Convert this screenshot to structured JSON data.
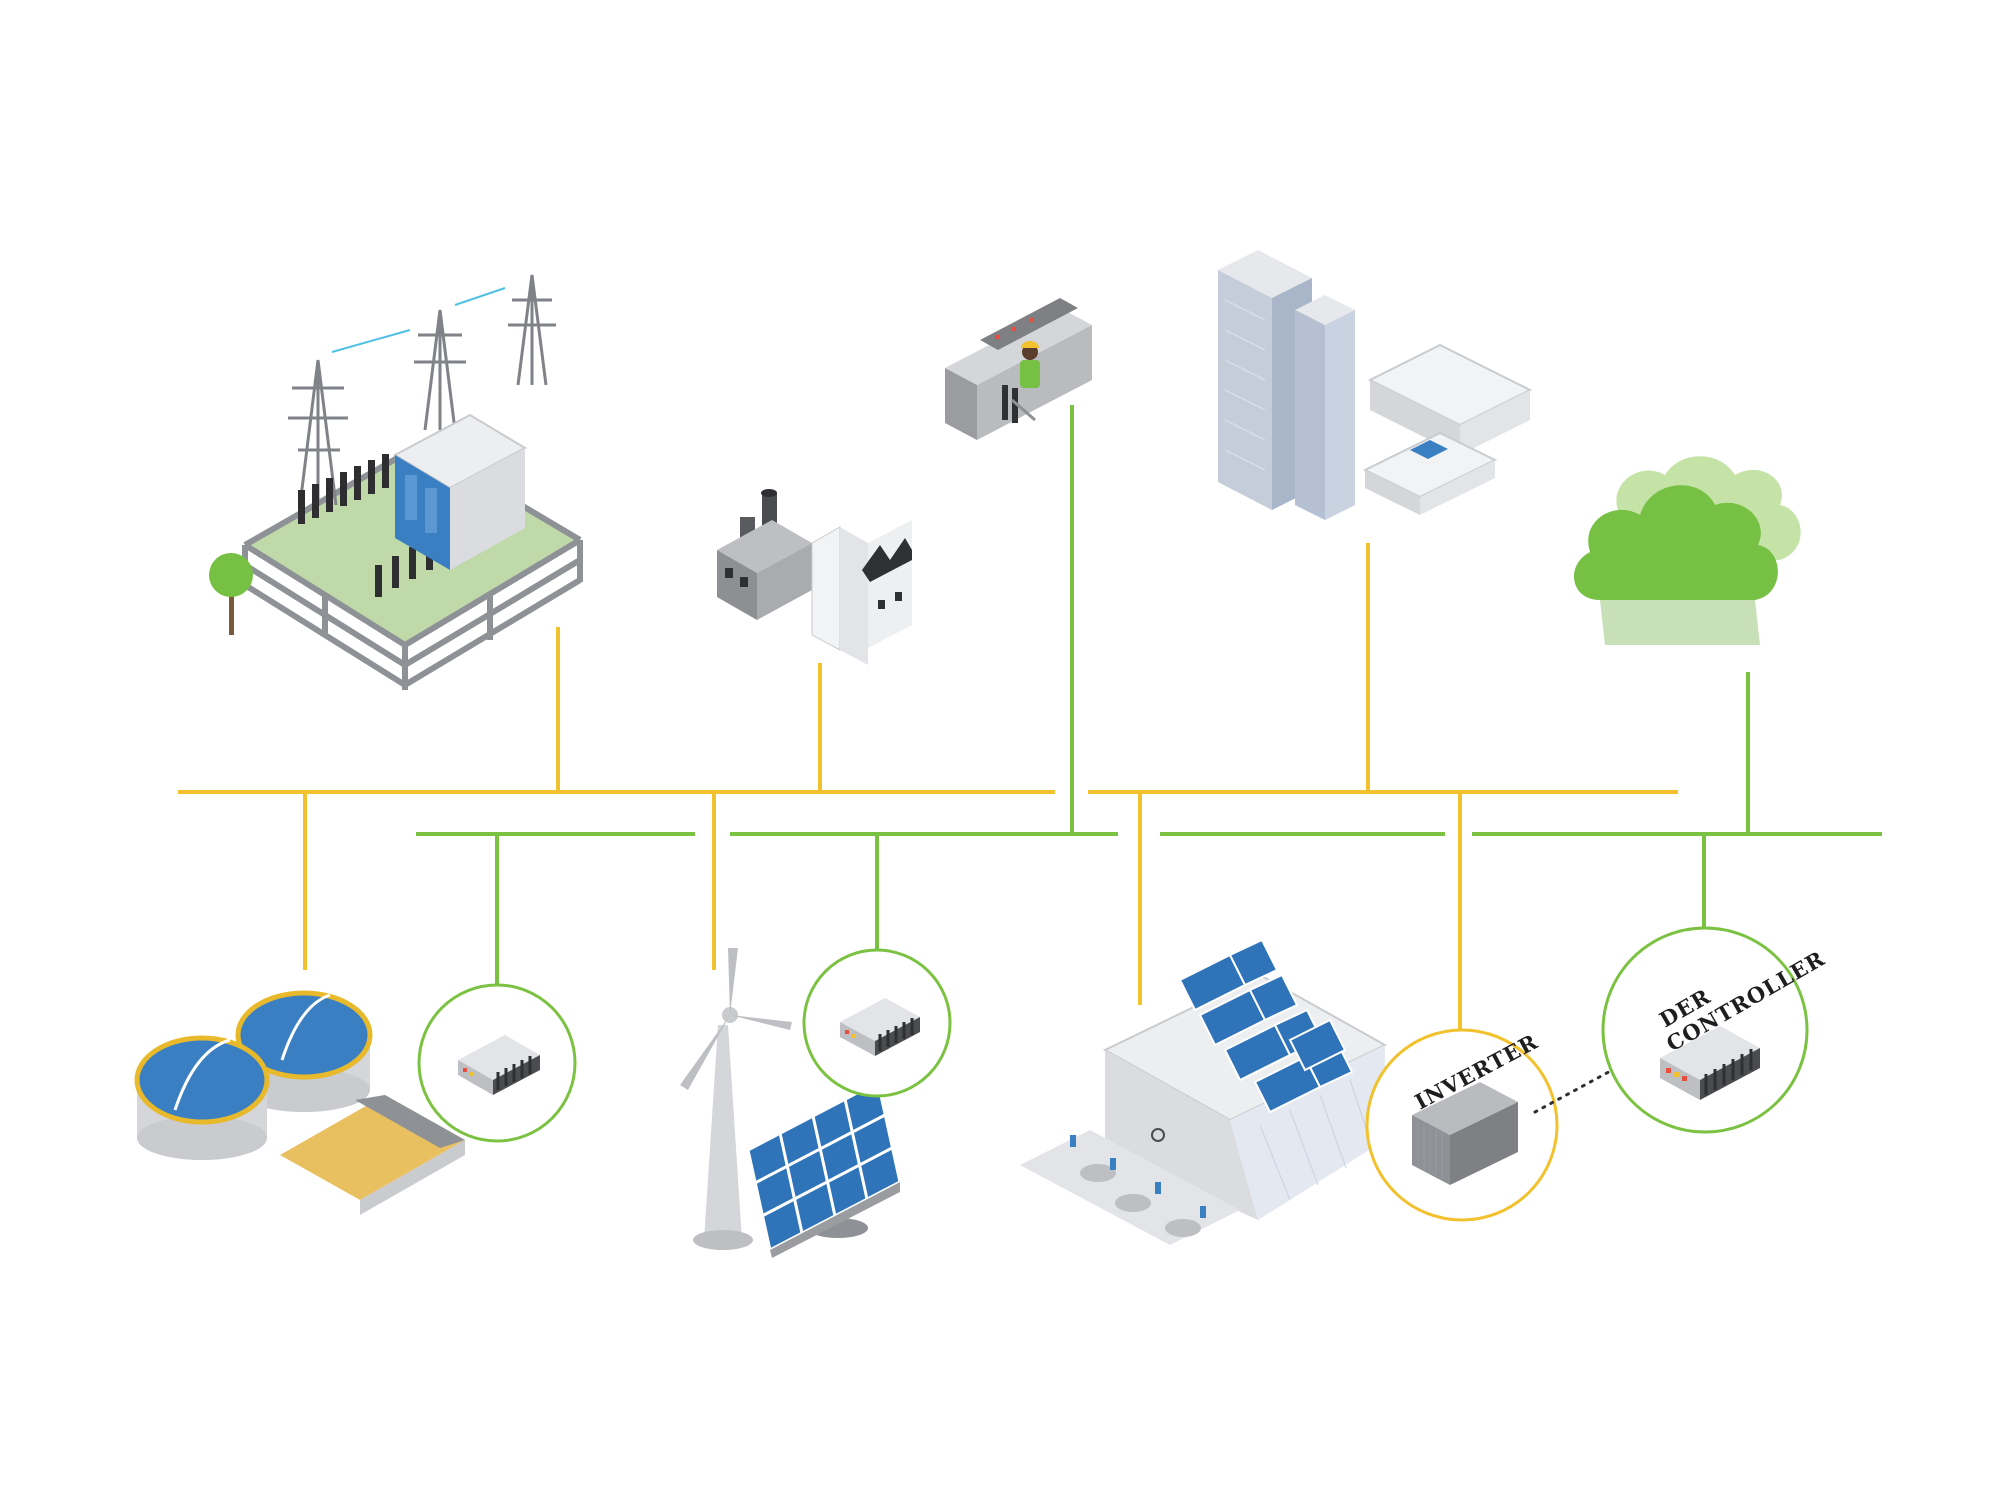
{
  "labels": {
    "inverter": "INVERTER",
    "der_line1": "DER",
    "der_line2": "CONTROLLER"
  },
  "colors": {
    "power_line": "#F2C12E",
    "data_line": "#7CC242",
    "cloud_front": "#76C043",
    "cloud_back": "#C5E3A6",
    "solar_panel": "#2F73B8",
    "tank_top": "#3A7FC1",
    "building": "#D4D6DA",
    "ground": "#BFD9A8"
  },
  "icons": [
    "substation-icon",
    "factory-icon",
    "control-room-operator-icon",
    "office-buildings-icon",
    "cloud-icon",
    "biogas-tanks-icon",
    "wind-turbine-icon",
    "solar-panel-icon",
    "warehouse-solar-roof-icon",
    "ev-parking-icon",
    "inverter-icon",
    "der-controller-icon"
  ]
}
